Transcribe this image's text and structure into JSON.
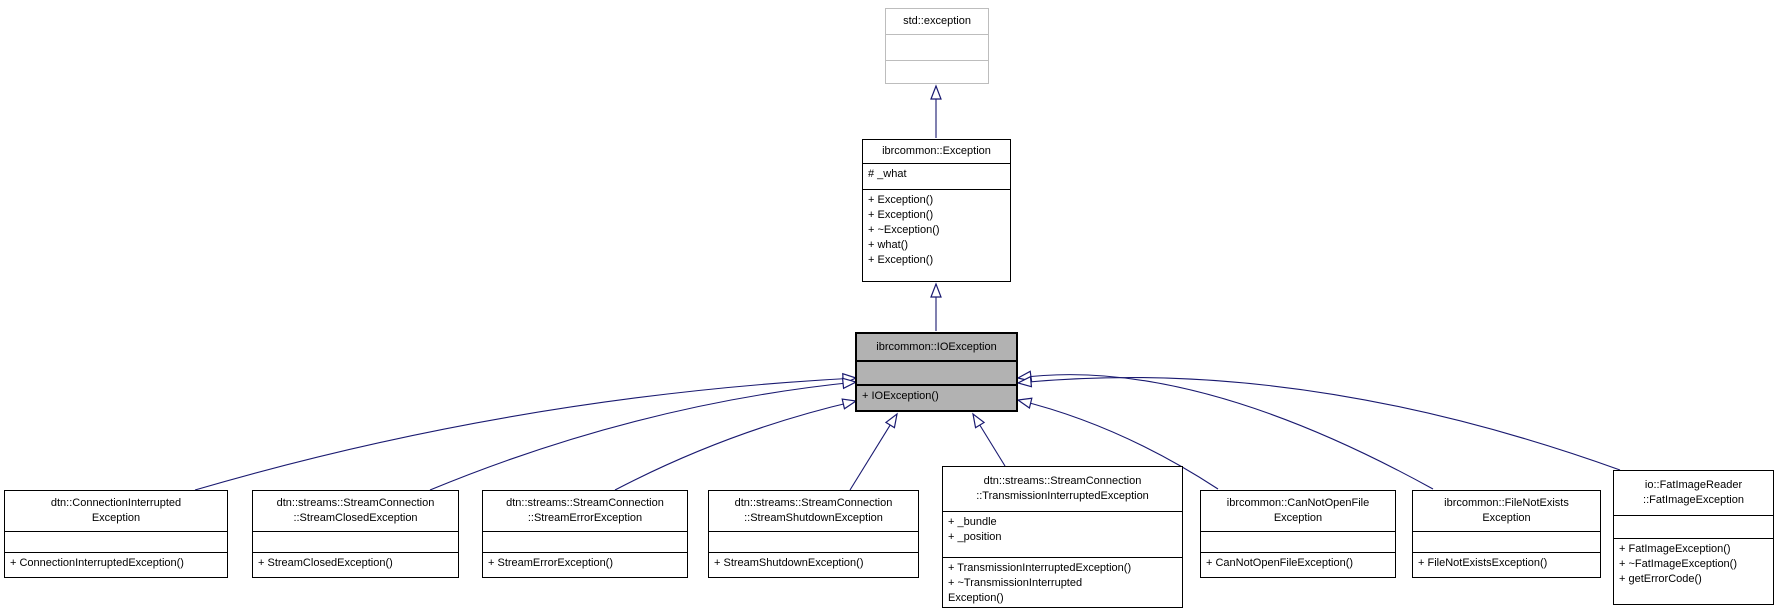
{
  "colors": {
    "arrow": "#191970",
    "node_border": "#000000",
    "external_border": "#bdbdbd",
    "highlight_fill": "#b2b2b2",
    "node_fill": "#ffffff",
    "background": "#ffffff",
    "text": "#000000"
  },
  "nodes": {
    "std_exception": {
      "title": [
        "std::exception"
      ],
      "attributes": [],
      "methods": []
    },
    "ibrcommon_exception": {
      "title": [
        "ibrcommon::Exception"
      ],
      "attributes": [
        "# _what"
      ],
      "methods": [
        "+ Exception()",
        "+ Exception()",
        "+ ~Exception()",
        "+ what()",
        "+ Exception()"
      ]
    },
    "ibrcommon_ioexception": {
      "title": [
        "ibrcommon::IOException"
      ],
      "attributes": [],
      "methods": [
        "+ IOException()"
      ]
    },
    "connection_interrupted": {
      "title": [
        "dtn::ConnectionInterrupted",
        "Exception"
      ],
      "attributes": [],
      "methods": [
        "+ ConnectionInterruptedException()"
      ]
    },
    "stream_closed": {
      "title": [
        "dtn::streams::StreamConnection",
        "::StreamClosedException"
      ],
      "attributes": [],
      "methods": [
        "+ StreamClosedException()"
      ]
    },
    "stream_error": {
      "title": [
        "dtn::streams::StreamConnection",
        "::StreamErrorException"
      ],
      "attributes": [],
      "methods": [
        "+ StreamErrorException()"
      ]
    },
    "stream_shutdown": {
      "title": [
        "dtn::streams::StreamConnection",
        "::StreamShutdownException"
      ],
      "attributes": [],
      "methods": [
        "+ StreamShutdownException()"
      ]
    },
    "transmission_interrupted": {
      "title": [
        "dtn::streams::StreamConnection",
        "::TransmissionInterruptedException"
      ],
      "attributes": [
        "+ _bundle",
        "+ _position"
      ],
      "methods": [
        "+ TransmissionInterruptedException()",
        "+ ~TransmissionInterrupted",
        "Exception()"
      ]
    },
    "cannot_open_file": {
      "title": [
        "ibrcommon::CanNotOpenFile",
        "Exception"
      ],
      "attributes": [],
      "methods": [
        "+ CanNotOpenFileException()"
      ]
    },
    "file_not_exists": {
      "title": [
        "ibrcommon::FileNotExists",
        "Exception"
      ],
      "attributes": [],
      "methods": [
        "+ FileNotExistsException()"
      ]
    },
    "fat_image": {
      "title": [
        "io::FatImageReader",
        "::FatImageException"
      ],
      "attributes": [],
      "methods": [
        "+ FatImageException()",
        "+ ~FatImageException()",
        "+ getErrorCode()"
      ]
    }
  },
  "edges": [
    {
      "from": "ibrcommon::Exception",
      "to": "std::exception",
      "type": "inheritance"
    },
    {
      "from": "ibrcommon::IOException",
      "to": "ibrcommon::Exception",
      "type": "inheritance"
    },
    {
      "from": "dtn::ConnectionInterruptedException",
      "to": "ibrcommon::IOException",
      "type": "inheritance"
    },
    {
      "from": "dtn::streams::StreamConnection::StreamClosedException",
      "to": "ibrcommon::IOException",
      "type": "inheritance"
    },
    {
      "from": "dtn::streams::StreamConnection::StreamErrorException",
      "to": "ibrcommon::IOException",
      "type": "inheritance"
    },
    {
      "from": "dtn::streams::StreamConnection::StreamShutdownException",
      "to": "ibrcommon::IOException",
      "type": "inheritance"
    },
    {
      "from": "dtn::streams::StreamConnection::TransmissionInterruptedException",
      "to": "ibrcommon::IOException",
      "type": "inheritance"
    },
    {
      "from": "ibrcommon::CanNotOpenFileException",
      "to": "ibrcommon::IOException",
      "type": "inheritance"
    },
    {
      "from": "ibrcommon::FileNotExistsException",
      "to": "ibrcommon::IOException",
      "type": "inheritance"
    },
    {
      "from": "io::FatImageReader::FatImageException",
      "to": "ibrcommon::IOException",
      "type": "inheritance"
    }
  ]
}
